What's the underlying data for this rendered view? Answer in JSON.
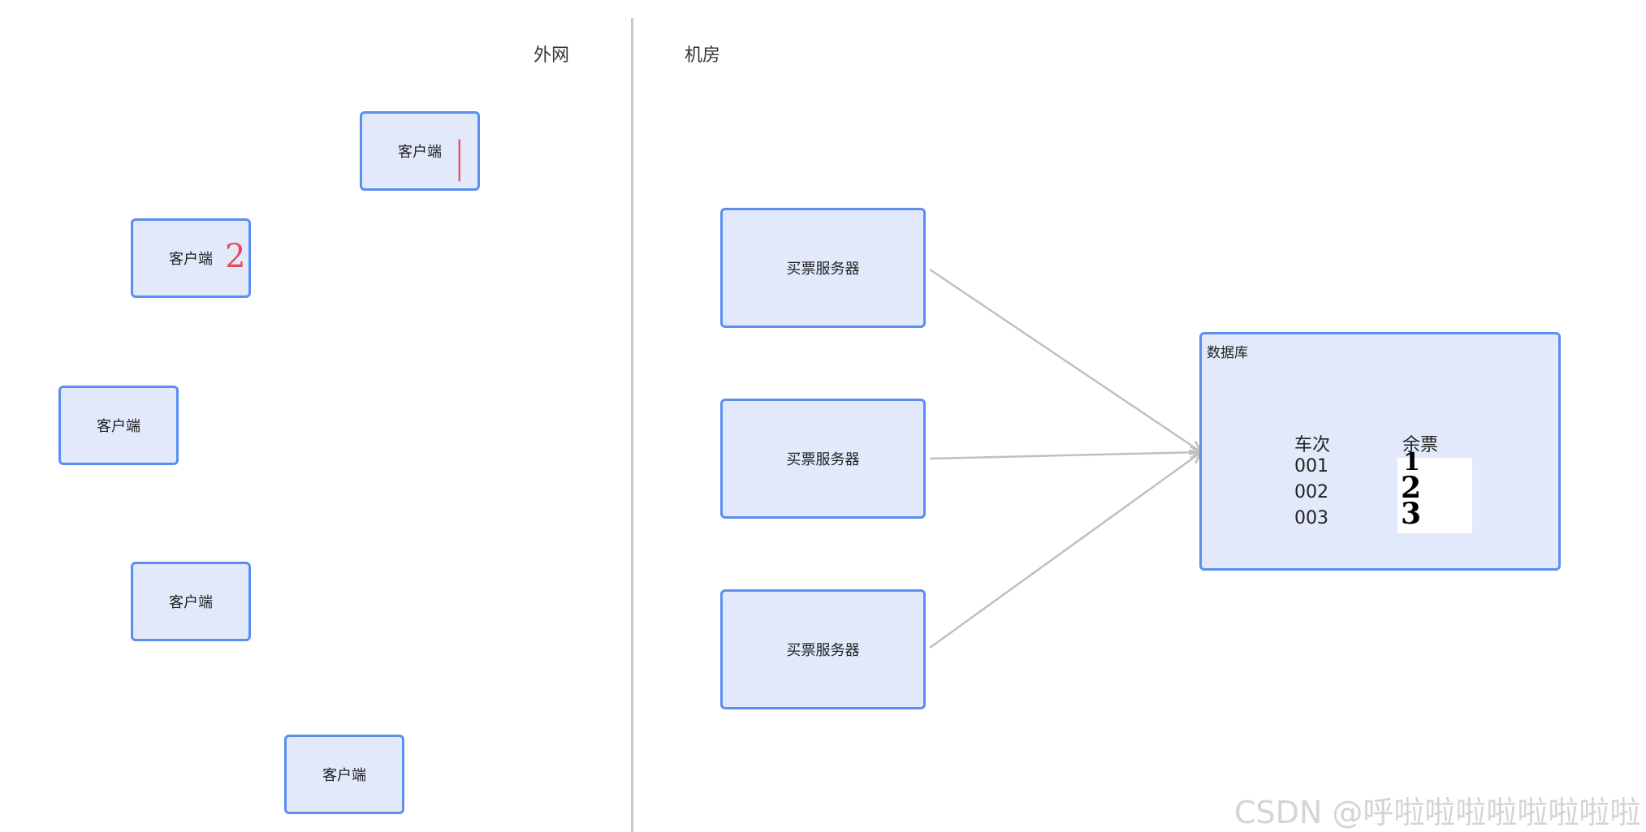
{
  "zones": {
    "external": "外网",
    "datacenter": "机房"
  },
  "clients": [
    {
      "label": "客户端",
      "annotation": "|"
    },
    {
      "label": "客户端",
      "annotation": "2"
    },
    {
      "label": "客户端",
      "annotation": ""
    },
    {
      "label": "客户端",
      "annotation": ""
    },
    {
      "label": "客户端",
      "annotation": ""
    }
  ],
  "servers": [
    {
      "label": "买票服务器"
    },
    {
      "label": "买票服务器"
    },
    {
      "label": "买票服务器"
    }
  ],
  "database": {
    "title": "数据库",
    "headers": [
      "车次",
      "余票"
    ],
    "rows": [
      {
        "train": "001",
        "remaining": "1"
      },
      {
        "train": "002",
        "remaining": "2"
      },
      {
        "train": "003",
        "remaining": "3"
      }
    ]
  },
  "colors": {
    "node_fill": "#e1e9fb",
    "node_border": "#5b8ef0",
    "arrow": "#c0c0c0",
    "annotation": "#e8485b",
    "divider": "#c8c8c8"
  },
  "watermark": "CSDN @呼啦啦啦啦啦啦啦啦"
}
